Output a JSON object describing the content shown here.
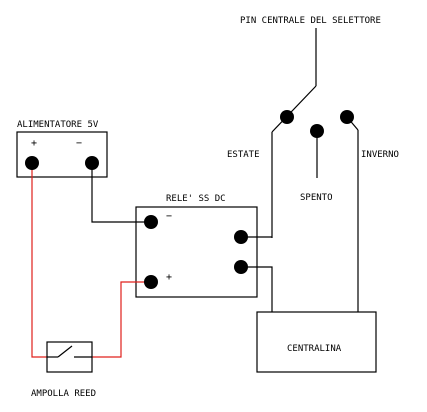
{
  "labels": {
    "selector_pin": "PIN CENTRALE DEL SELETTORE",
    "supply": "ALIMENTATORE 5V",
    "relay": "RELE' SS DC",
    "summer": "ESTATE",
    "off": "SPENTO",
    "winter": "INVERNO",
    "controller": "CENTRALINA",
    "reed": "AMPOLLA REED",
    "supply_plus": "+",
    "supply_minus": "−",
    "relay_minus": "−",
    "relay_plus": "+"
  },
  "colors": {
    "wire": "#000000",
    "positive_wire": "#e0201c"
  }
}
